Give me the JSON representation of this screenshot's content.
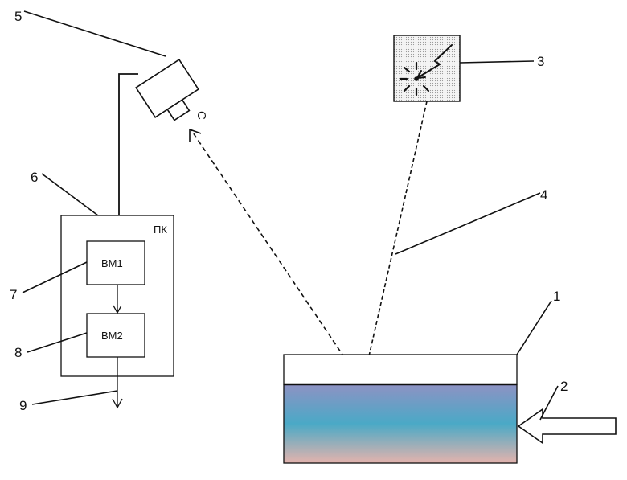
{
  "labels": {
    "l1": "1",
    "l2": "2",
    "l3": "3",
    "l4": "4",
    "l5": "5",
    "l6": "6",
    "l7": "7",
    "l8": "8",
    "l9": "9"
  },
  "pc": {
    "title": "ПК",
    "block1": "BM1",
    "block2": "BM2"
  },
  "camera": {
    "lens_mark": "C"
  },
  "colors": {
    "stroke": "#111111",
    "liquid_top": "#8e92c4",
    "liquid_mid": "#4aa9c6",
    "liquid_bottom": "#e4b3ad",
    "light_panel": "#e6e6e6"
  },
  "icons": {
    "light_source": "spark-lightning-icon",
    "flow_arrow": "hollow-arrow-icon"
  }
}
